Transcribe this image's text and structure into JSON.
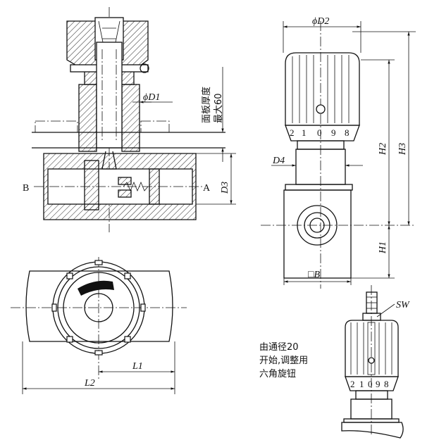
{
  "labels": {
    "phi_d2": "ϕD2",
    "phi_d1": "ϕD1",
    "panel_thickness_line1": "面板厚度",
    "panel_thickness_line2": "最大60",
    "d3": "D3",
    "port_b": "B",
    "port_a": "A",
    "d4": "D4",
    "h1": "H1",
    "h2": "H2",
    "h3": "H3",
    "square_b": "□B",
    "l1": "L1",
    "l2": "L2",
    "sw": "SW"
  },
  "dial_scale": [
    "2",
    "1",
    "0",
    "9",
    "8"
  ],
  "note": {
    "line1": "由通径20",
    "line2": "开始,调整用",
    "line3": "六角旋钮"
  }
}
